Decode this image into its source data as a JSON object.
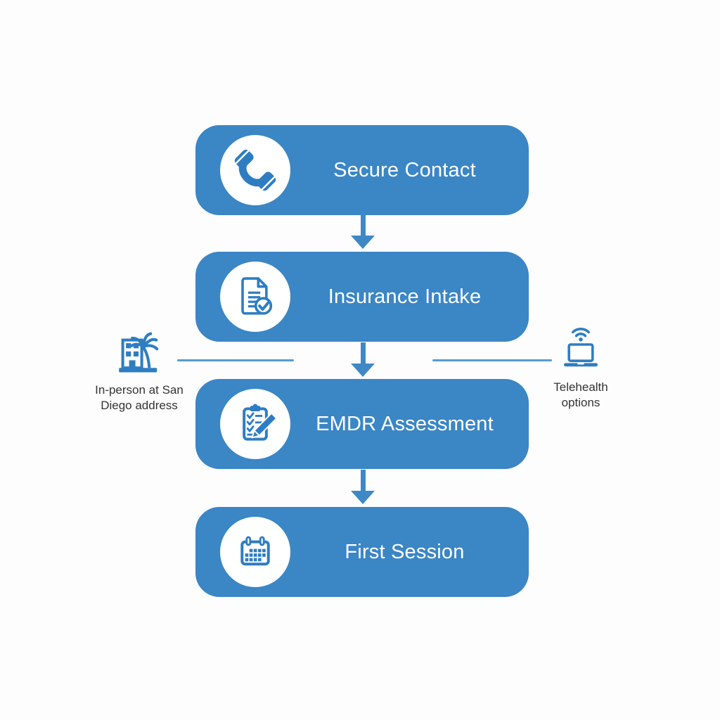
{
  "flow": {
    "steps": [
      {
        "label": "Secure Contact",
        "icon": "phone-icon"
      },
      {
        "label": "Insurance Intake",
        "icon": "document-check-icon"
      },
      {
        "label": "EMDR Assessment",
        "icon": "clipboard-checklist-pencil-icon"
      },
      {
        "label": "First Session",
        "icon": "calendar-icon"
      }
    ]
  },
  "annotations": {
    "left": {
      "label": "In-person at San Diego address",
      "icon": "building-palm-tree-icon"
    },
    "right": {
      "label": "Telehealth options",
      "icon": "laptop-wifi-icon"
    }
  },
  "colors": {
    "box_blue": "#3b86c5",
    "icon_blue": "#2e7dc2",
    "arrow_blue": "#3f88c6",
    "line_blue": "#559cd3",
    "label_gray": "#333333",
    "box_text": "#ffffff",
    "bg": "#fdfdfd"
  }
}
